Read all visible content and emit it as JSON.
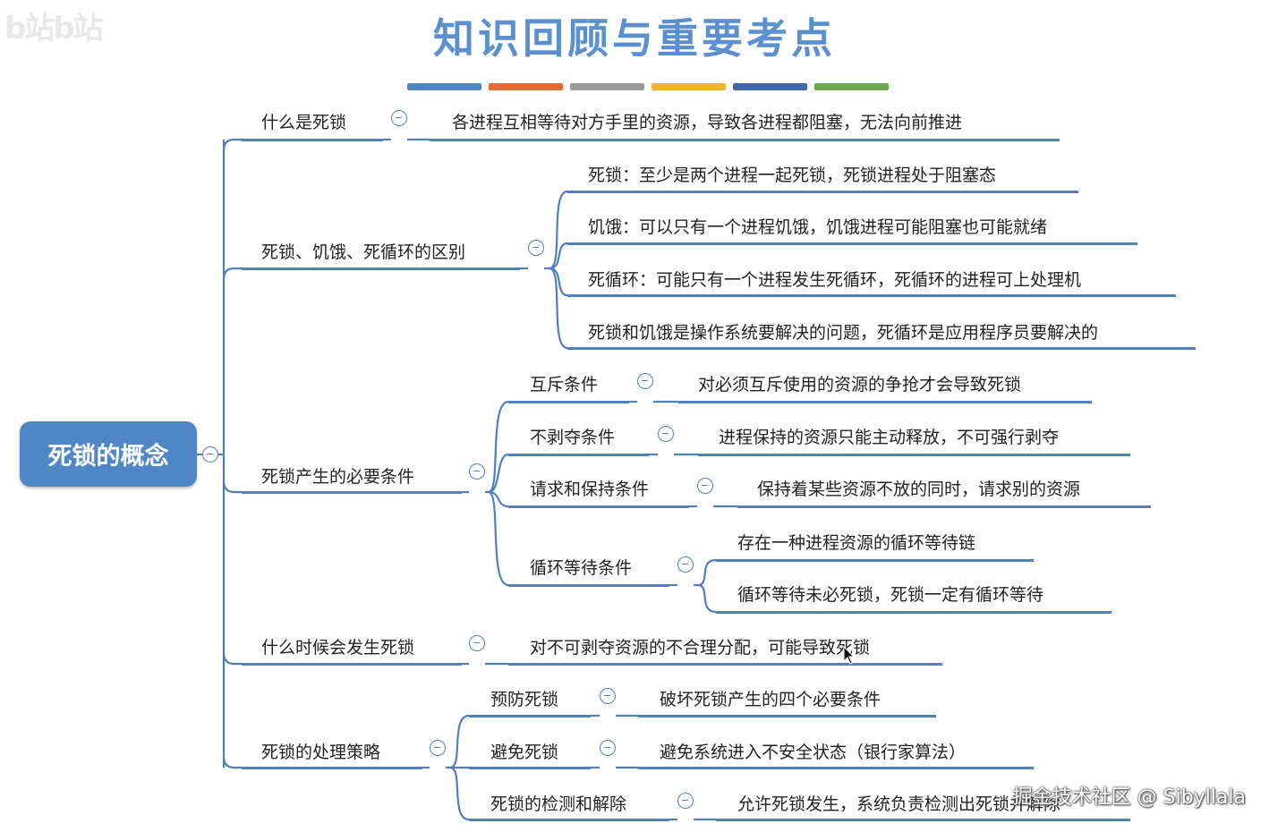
{
  "watermark_top": "b站b站",
  "title": "知识回顾与重要考点",
  "stripe_colors": [
    "#4f86c6",
    "#e06b34",
    "#9a9a9a",
    "#f2b233",
    "#3e66ad",
    "#6aa84f"
  ],
  "root": "死锁的概念",
  "branches": {
    "what": {
      "label": "什么是死锁",
      "desc": "各进程互相等待对方手里的资源，导致各进程都阻塞，无法向前推进"
    },
    "diff": {
      "label": "死锁、饥饿、死循环的区别",
      "items": [
        "死锁：至少是两个进程一起死锁，死锁进程处于阻塞态",
        "饥饿：可以只有一个进程饥饿，饥饿进程可能阻塞也可能就绪",
        "死循环：可能只有一个进程发生死循环，死循环的进程可上处理机",
        "死锁和饥饿是操作系统要解决的问题，死循环是应用程序员要解决的"
      ]
    },
    "cond": {
      "label": "死锁产生的必要条件",
      "items": [
        {
          "label": "互斥条件",
          "desc": "对必须互斥使用的资源的争抢才会导致死锁"
        },
        {
          "label": "不剥夺条件",
          "desc": "进程保持的资源只能主动释放，不可强行剥夺"
        },
        {
          "label": "请求和保持条件",
          "desc": "保持着某些资源不放的同时，请求别的资源"
        }
      ],
      "loop": {
        "label": "循环等待条件",
        "items": [
          "存在一种进程资源的循环等待链",
          "循环等待未必死锁，死锁一定有循环等待"
        ]
      }
    },
    "when": {
      "label": "什么时候会发生死锁",
      "desc": "对不可剥夺资源的不合理分配，可能导致死锁"
    },
    "strategy": {
      "label": "死锁的处理策略",
      "items": [
        {
          "label": "预防死锁",
          "desc": "破坏死锁产生的四个必要条件"
        },
        {
          "label": "避免死锁",
          "desc": "避免系统进入不安全状态（银行家算法）"
        },
        {
          "label": "死锁的检测和解除",
          "desc": "允许死锁发生，系统负责检测出死锁并解除"
        }
      ]
    }
  },
  "watermark_bottom": "掘金技术社区 @ Sibyllala",
  "colors": {
    "accent": "#4f7fc0",
    "root_fill": "#4f86c6",
    "title": "#5a8fd0"
  }
}
